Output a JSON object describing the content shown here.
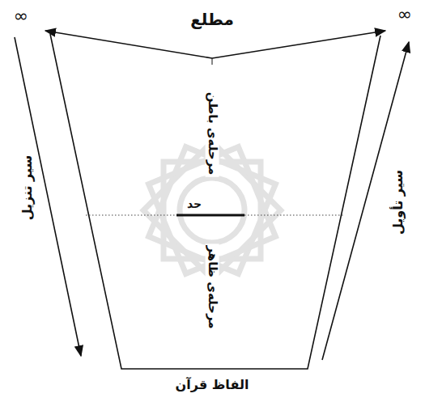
{
  "diagram": {
    "labels": [
      "∞",
      "مطلع",
      "∞",
      "سیر تنزیل",
      "مرحله‌ی باطن",
      "حد",
      "مرحله‌ی ظاهر",
      "سیر تأویل",
      "الفاظ قرآن"
    ]
  }
}
